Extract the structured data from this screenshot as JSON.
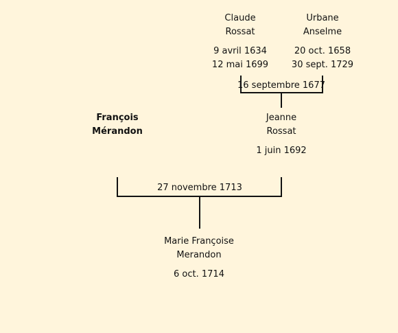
{
  "grandparents": {
    "father": {
      "first_name": "Claude",
      "last_name": "Rossat",
      "birth": "9 avril 1634",
      "death": "12 mai 1699"
    },
    "mother": {
      "first_name": "Urbane",
      "last_name": "Anselme",
      "birth": "20 oct. 1658",
      "death": "30 sept. 1729"
    },
    "marriage_date": "16 septembre 1677"
  },
  "parents": {
    "father": {
      "first_name": "François",
      "last_name": "Mérandon"
    },
    "mother": {
      "first_name": "Jeanne",
      "last_name": "Rossat",
      "birth": "1 juin 1692"
    },
    "marriage_date": "27 novembre 1713"
  },
  "child": {
    "first_name": "Marie Françoise",
    "last_name": "Merandon",
    "birth": "6 oct. 1714"
  }
}
